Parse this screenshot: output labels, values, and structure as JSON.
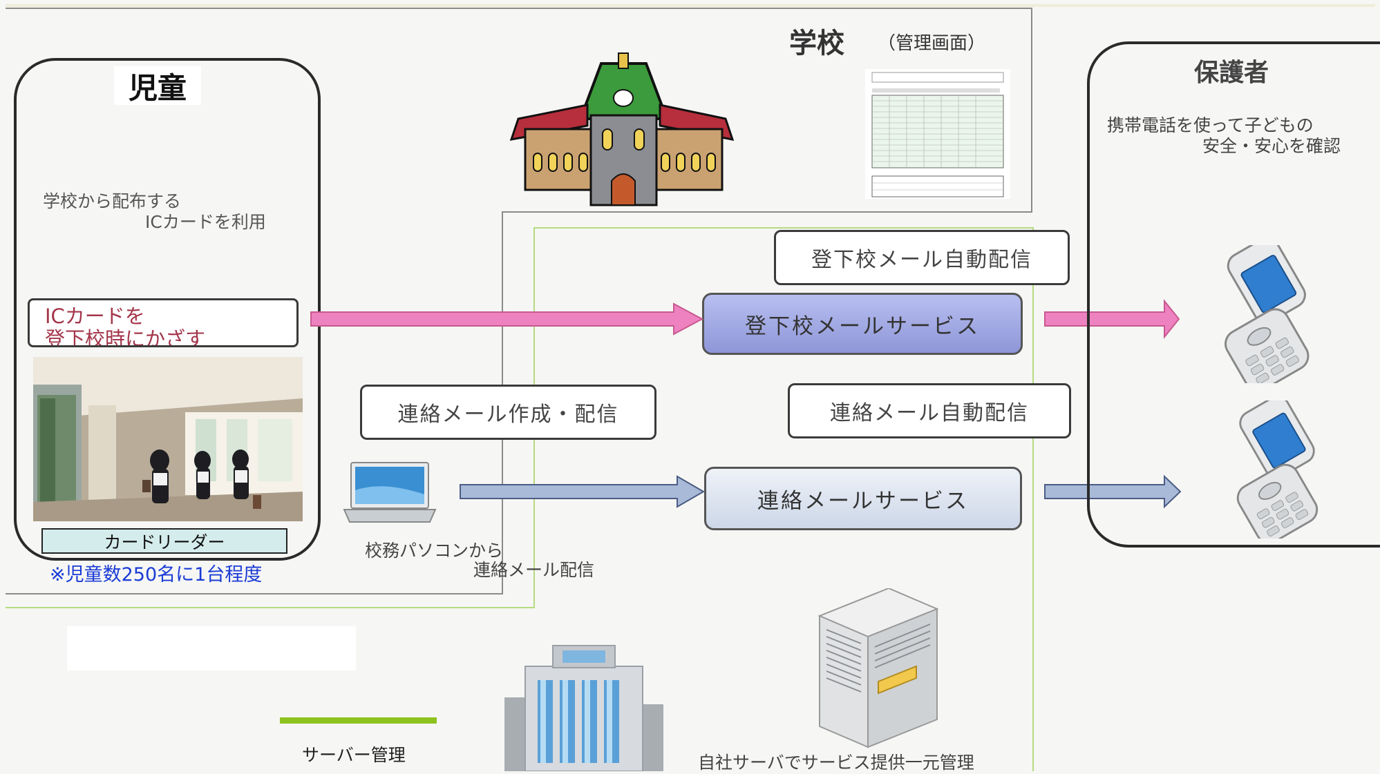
{
  "child": {
    "title": "児童",
    "desc_line1": "学校から配布する",
    "desc_line2": "ICカードを利用",
    "ic_line1": "ICカードを",
    "ic_line2": "登下校時にかざす",
    "reader_label": "カードリーダー",
    "reader_note": "※児童数250名に1台程度"
  },
  "school": {
    "title": "学校",
    "subtitle": "（管理画面）",
    "pc_line1": "校務パソコンから",
    "pc_line2": "連絡メール配信",
    "compose_label": "連絡メール作成・配信"
  },
  "services": {
    "auto_attend_label": "登下校メール自動配信",
    "attend_service": "登下校メールサービス",
    "auto_contact_label": "連絡メール自動配信",
    "contact_service": "連絡メールサービス"
  },
  "guardian": {
    "title": "保護者",
    "desc_line1": "携帯電話を使って子どもの",
    "desc_line2": "安全・安心を確認"
  },
  "server": {
    "legend_label": "サーバー管理",
    "caption": "自社サーバでサービス提供一元管理"
  },
  "colors": {
    "pink_arrow": "#ee82c0",
    "blue_arrow": "#a9bad8",
    "server_line": "#8dc21f",
    "school_green": "#3c9b3c",
    "reader_box": "#d5ecec",
    "note_blue": "#1a3bd6",
    "ic_text": "#a3354a"
  }
}
